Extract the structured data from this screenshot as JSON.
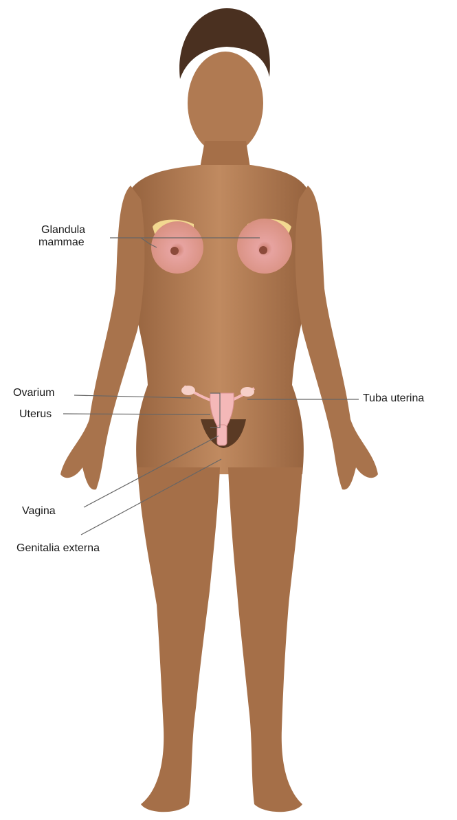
{
  "labels": {
    "glandula_line1": "Glandula",
    "glandula_line2": "mammae",
    "ovarium": "Ovarium",
    "uterus": "Uterus",
    "tuba_uterina": "Tuba uterina",
    "vagina": "Vagina",
    "genitalia_externa": "Genitalia externa"
  },
  "colors": {
    "skin": "#b07a52",
    "skin_shadow": "#8c5a38",
    "hair": "#4a3020",
    "breast_tissue": "#e8a0a0",
    "breast_fat": "#f2d890",
    "organ": "#f4b8b8",
    "leader_line": "#555555",
    "label_text": "#1a1a1a"
  }
}
